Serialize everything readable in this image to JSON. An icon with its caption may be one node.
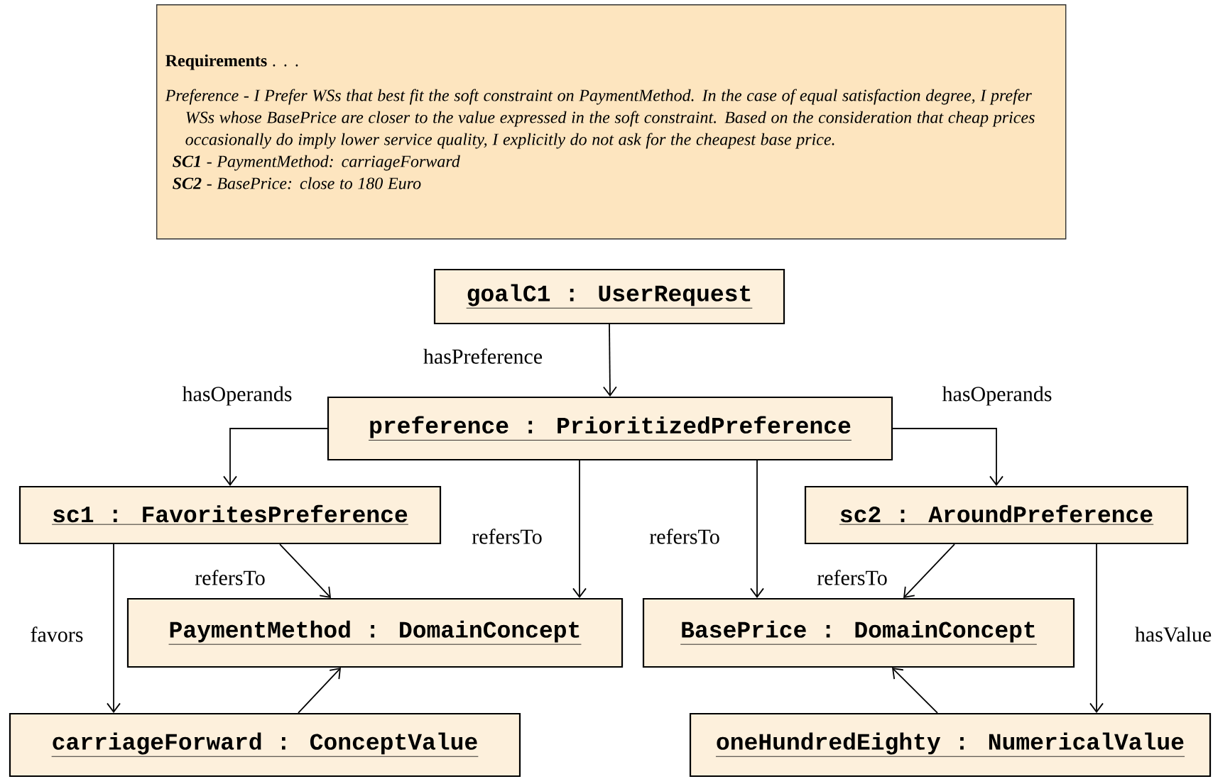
{
  "diagram": {
    "nodes": [
      {
        "text": [
          "**Requirements** . . .",
          "Preference - I Prefer WSs that best fit the soft constraint on PaymentMethod. In the case of equal satisfaction degree, I prefer WSs whose BasePrice are closer to the value expressed in the soft constraint. Based on the consideration that cheap prices occasionally do imply lower service quality, I explicitly do not ask for the cheapest base price.",
          "**SC1** - PaymentMethod: carriageForward",
          "**SC2** - BasePrice: close to 180 Euro"
        ]
      },
      {
        "text": [
          "goalC1 : UserRequest"
        ]
      },
      {
        "text": [
          "preference : PrioritizedPreference"
        ]
      },
      {
        "text": [
          "sc1 : FavoritesPreference"
        ]
      },
      {
        "text": [
          "sc2 : AroundPreference"
        ]
      },
      {
        "text": [
          "PaymentMethod : DomainConcept"
        ]
      },
      {
        "text": [
          "BasePrice : DomainConcept"
        ]
      },
      {
        "text": [
          "carriageForward : ConceptValue"
        ]
      },
      {
        "text": [
          "oneHundredEighty : NumericalValue"
        ]
      }
    ],
    "edges": [
      {
        "from": 1,
        "to": 2,
        "arrow": "to",
        "label": "hasPreference"
      },
      {
        "from": 2,
        "to": 3,
        "arrow": "to",
        "label": "hasOperands"
      },
      {
        "from": 2,
        "to": 4,
        "arrow": "to",
        "label": "hasOperands"
      },
      {
        "from": 2,
        "to": 5,
        "arrow": "to",
        "label": "refersTo"
      },
      {
        "from": 2,
        "to": 6,
        "arrow": "to",
        "label": "refersTo"
      },
      {
        "from": 3,
        "to": 5,
        "arrow": "to",
        "label": "refersTo"
      },
      {
        "from": 4,
        "to": 6,
        "arrow": "to",
        "label": "refersTo"
      },
      {
        "from": 3,
        "to": 7,
        "arrow": "to",
        "label": "favors"
      },
      {
        "from": 4,
        "to": 8,
        "arrow": "to",
        "label": "hasValue"
      },
      {
        "from": 7,
        "to": 5,
        "arrow": "to"
      },
      {
        "from": 8,
        "to": 6,
        "arrow": "to"
      }
    ]
  }
}
